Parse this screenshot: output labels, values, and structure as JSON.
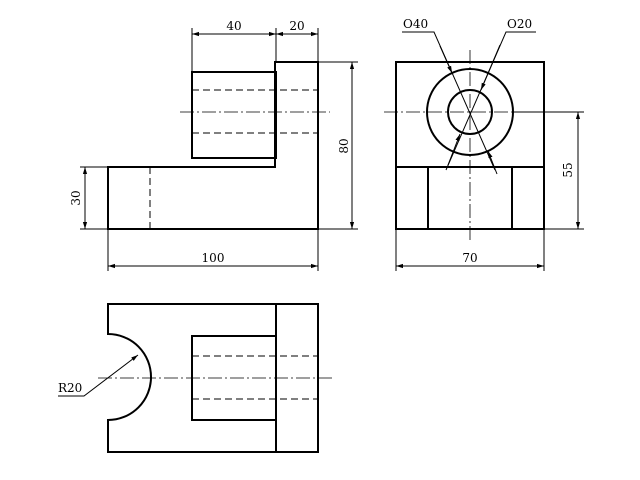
{
  "front_view": {
    "dims": {
      "w40": "40",
      "w20": "20",
      "h80": "80",
      "h30": "30",
      "w100": "100"
    }
  },
  "side_view": {
    "dims": {
      "d40": "Ο40",
      "d20": "Ο20",
      "h55": "55",
      "w70": "70"
    }
  },
  "top_view": {
    "dims": {
      "r20": "R20"
    }
  }
}
